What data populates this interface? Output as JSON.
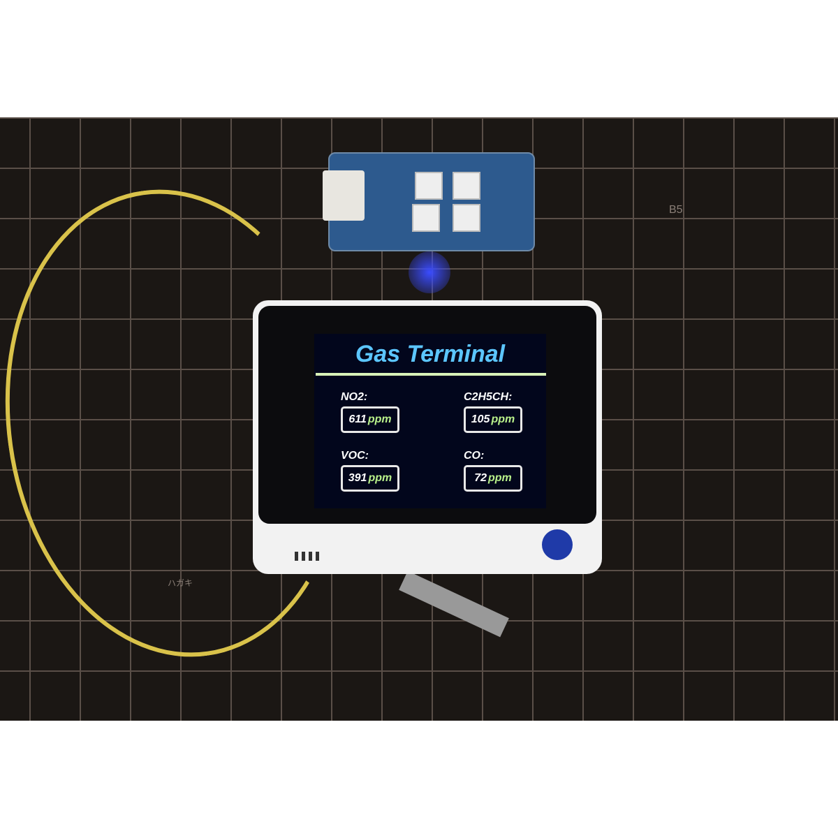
{
  "mat": {
    "size_mark": "B5",
    "card_mark": "ハガキ"
  },
  "screen": {
    "title": "Gas Terminal",
    "readings": [
      {
        "label": "NO2:",
        "value": "611",
        "unit": "ppm"
      },
      {
        "label": "C2H5CH:",
        "value": "105",
        "unit": "ppm"
      },
      {
        "label": "VOC:",
        "value": "391",
        "unit": "ppm"
      },
      {
        "label": "CO:",
        "value": "72",
        "unit": "ppm"
      }
    ]
  },
  "colors": {
    "title": "#5cc6ff",
    "unit": "#b8f08a",
    "screen_bg": "#02061c"
  }
}
